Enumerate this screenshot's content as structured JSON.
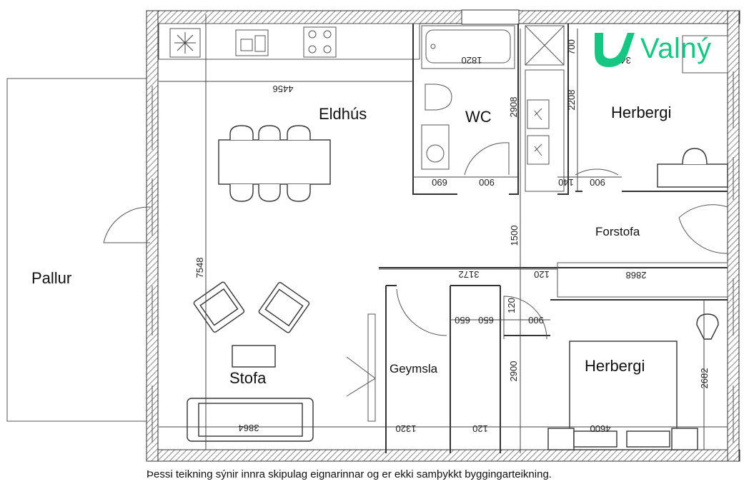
{
  "rooms": {
    "eldhus": "Eldhús",
    "wc": "WC",
    "herbergi_top": "Herbergi",
    "forstofa": "Forstofa",
    "pallur": "Pallur",
    "stofa": "Stofa",
    "geymsla": "Geymsla",
    "herbergi_bottom": "Herbergi"
  },
  "dimensions": {
    "d4456": "4456",
    "d1820": "1820",
    "d700": "700",
    "d2908": "2908",
    "d2208": "2208",
    "d346": "346",
    "d690": "690",
    "d900a": "900",
    "d140": "140",
    "d900b": "900",
    "d1500": "1500",
    "d7548": "7548",
    "d3172": "3172",
    "d120a": "120",
    "d2868": "2868",
    "d650a": "650",
    "d650b": "650",
    "d120b": "120",
    "d900c": "900",
    "d2900": "2900",
    "d2682": "2682",
    "d3864": "3864",
    "d1320": "1320",
    "d120c": "120",
    "d4600": "4600"
  },
  "brand": {
    "name": "Valný",
    "color": "#16c784"
  },
  "disclaimer": "Þessi teikning sýnir innra skipulag eignarinnar og er ekki samþykkt byggingarteikning."
}
